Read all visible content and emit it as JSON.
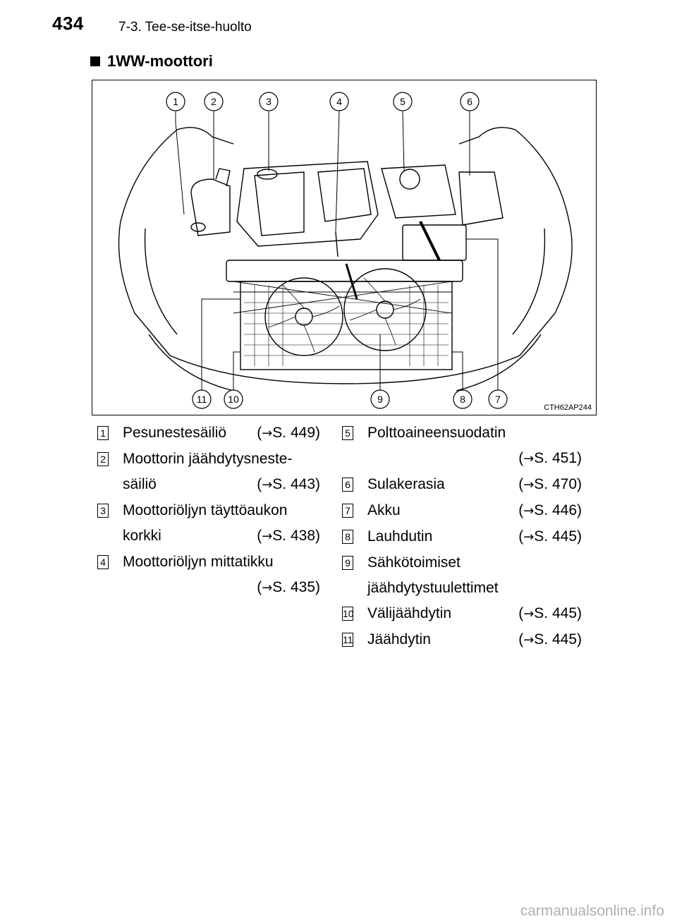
{
  "header": {
    "page_number": "434",
    "section": "7-3. Tee-se-itse-huolto"
  },
  "section_title": "1WW-moottori",
  "figure": {
    "code": "CTH62AP244",
    "callouts_top": [
      "1",
      "2",
      "3",
      "4",
      "5",
      "6"
    ],
    "callouts_bottom": [
      "11",
      "10",
      "9",
      "8",
      "7"
    ]
  },
  "legend": {
    "left": [
      {
        "num": "1",
        "lines": [
          "Pesunestesäiliö"
        ],
        "ref": "S. 449"
      },
      {
        "num": "2",
        "lines": [
          "Moottorin jäähdytysneste-",
          "säiliö"
        ],
        "ref": "S. 443"
      },
      {
        "num": "3",
        "lines": [
          "Moottoriöljyn täyttöaukon",
          "korkki"
        ],
        "ref": "S. 438"
      },
      {
        "num": "4",
        "lines": [
          "Moottoriöljyn mittatikku"
        ],
        "ref": "S. 435"
      }
    ],
    "right": [
      {
        "num": "5",
        "lines": [
          "Polttoaineensuodatin"
        ],
        "ref": "S. 451"
      },
      {
        "num": "6",
        "lines": [
          "Sulakerasia"
        ],
        "ref": "S. 470"
      },
      {
        "num": "7",
        "lines": [
          "Akku"
        ],
        "ref": "S. 446"
      },
      {
        "num": "8",
        "lines": [
          "Lauhdutin"
        ],
        "ref": "S. 445"
      },
      {
        "num": "9",
        "lines": [
          "Sähkötoimiset",
          "jäähdytystuulettimet"
        ],
        "ref": ""
      },
      {
        "num": "10",
        "lines": [
          "Välijäähdytin"
        ],
        "ref": "S. 445"
      },
      {
        "num": "11",
        "lines": [
          "Jäähdytin"
        ],
        "ref": "S. 445"
      }
    ]
  },
  "arrow_glyph": "→",
  "watermark": "carmanualsonline.info"
}
